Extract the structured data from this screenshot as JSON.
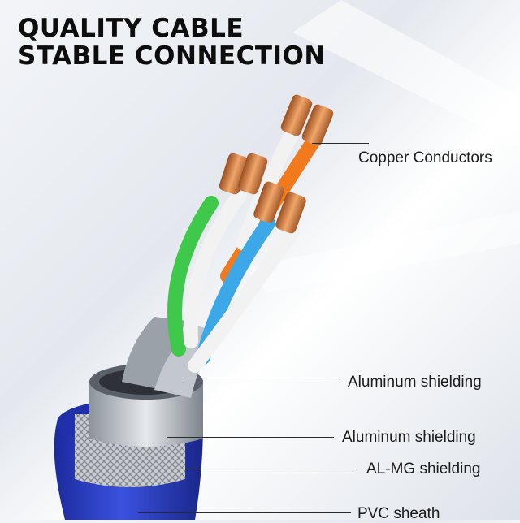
{
  "headline": {
    "line1": "QUALITY CABLE",
    "line2": "STABLE CONNECTION"
  },
  "callouts": [
    {
      "label": "Copper Conductors"
    },
    {
      "label": "Aluminum shielding"
    },
    {
      "label": "Aluminum shielding"
    },
    {
      "label": "AL-MG shielding"
    },
    {
      "label": "PVC sheath"
    }
  ],
  "colors": {
    "sheath": "#2b3fc4",
    "wire_green": "#3fc94a",
    "wire_orange": "#f07a1c",
    "wire_blue": "#3da8e8",
    "wire_white": "#f2f2f2",
    "copper": "#c8783e",
    "foil": "#b9bfc6"
  }
}
